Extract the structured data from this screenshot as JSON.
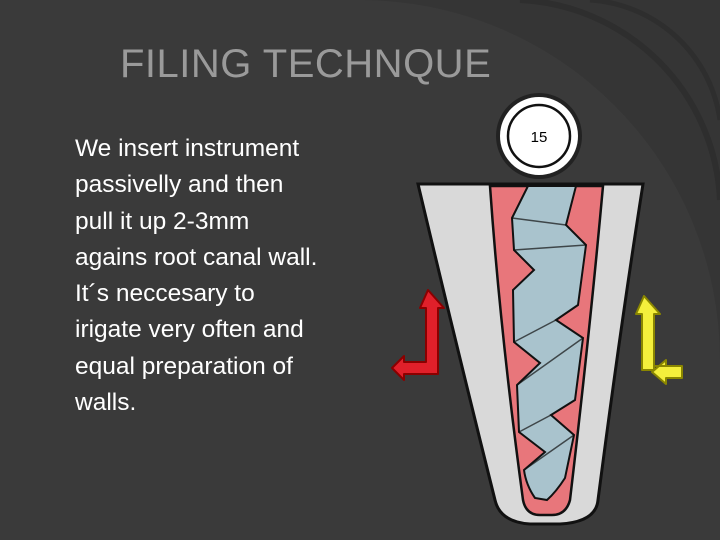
{
  "slide": {
    "title": "FILING TECHNQUE",
    "body_lines": [
      "We insert instrument",
      "passivelly and then",
      "pull it up 2-3mm",
      "agains root canal wall.",
      "It´s neccesary to",
      "irigate very often and",
      "equal preparation of",
      "walls."
    ]
  },
  "illustration": {
    "file_size_label": "15",
    "colors": {
      "background": "#3a3a3a",
      "title": "#9a9a9a",
      "text": "#ffffff",
      "tooth": "#d9d9d9",
      "canal": "#e8767b",
      "file": "#a9c3cd",
      "red_arrow": "#e0202a",
      "yellow_arrow": "#f4ef3c"
    },
    "icons": [
      "red-l-arrow-icon",
      "yellow-l-arrow-icon"
    ]
  }
}
